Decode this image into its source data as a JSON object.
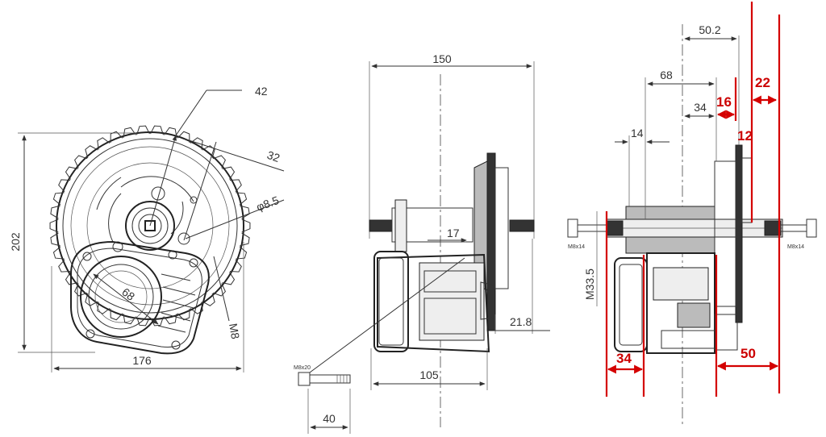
{
  "front_view": {
    "dim_42": "42",
    "dim_32": "32",
    "dim_hole": "φ8.5",
    "dim_202": "202",
    "dim_176": "176",
    "dim_68": "68",
    "dim_m8": "M8"
  },
  "side_view": {
    "dim_150": "150",
    "dim_17": "17",
    "dim_21_8": "21.8",
    "dim_105": "105",
    "dim_40": "40",
    "bolt_label": "M8x20"
  },
  "section_view": {
    "dim_50_2": "50.2",
    "dim_68": "68",
    "dim_34": "34",
    "dim_14": "14",
    "dim_m33_5": "M33.5",
    "bolt_left": "M8x14",
    "bolt_right": "M8x14",
    "red_22": "22",
    "red_16": "16",
    "red_12": "12",
    "red_34": "34",
    "red_50": "50",
    "red_color": "#cc0000"
  }
}
